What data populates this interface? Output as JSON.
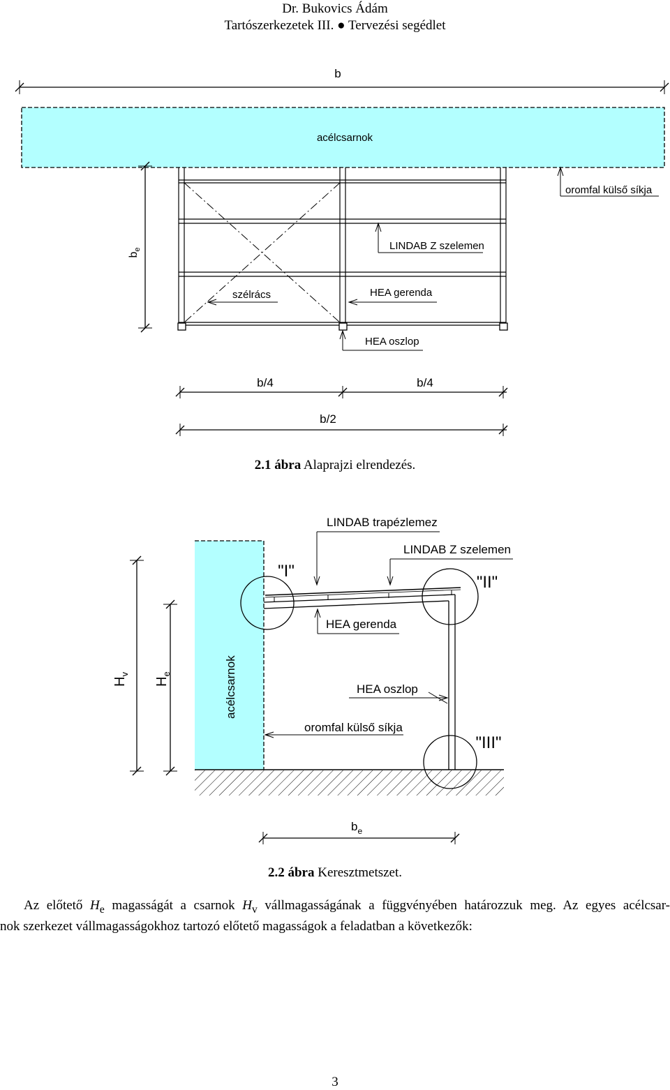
{
  "header": {
    "line1": "Dr. Bukovics Ádám",
    "line2": "Tartószerkezetek III. ● Tervezési segédlet"
  },
  "figure1": {
    "dim_b": "b",
    "hall_label": "acélcsarnok",
    "gable_plane": "oromfal külső síkja",
    "purlin": "LINDAB Z szelemen",
    "bracing": "szélrács",
    "beam": "HEA gerenda",
    "column": "HEA oszlop",
    "dim_b4_left": "b/4",
    "dim_b4_right": "b/4",
    "dim_b2": "b/2",
    "dim_be_main": "b",
    "dim_be_sub": "e",
    "caption_num": "2.1 ábra",
    "caption_text": " Alaprajzi elrendezés."
  },
  "figure2": {
    "trapezoid": "LINDAB trapézlemez",
    "purlin": "LINDAB Z szelemen",
    "detail1": "\"I\"",
    "detail2": "\"II\"",
    "detail3": "\"III\"",
    "beam": "HEA gerenda",
    "column": "HEA oszlop",
    "gable_plane": "oromfal külső síkja",
    "hall_label": "acélcsarnok",
    "hv_main": "H",
    "hv_sub": "v",
    "he_main": "H",
    "he_sub": "e",
    "be_main": "b",
    "be_sub": "e",
    "caption_num": "2.2 ábra",
    "caption_text": " Keresztmetszet."
  },
  "paragraph": {
    "p1": "Az előtető ",
    "he_main": "H",
    "he_sub": "e",
    "p2": " magasságát a csarnok ",
    "hv_main": "H",
    "hv_sub": "v",
    "p3": " vállmagasságának a függvényében határozzuk meg. Az egyes acélcsar-",
    "line2": "nok szerkezet vállmagasságokhoz tartozó előtető magasságok a feladatban a következők:"
  },
  "page_number": "3",
  "colors": {
    "hall_fill": "#b3ffff"
  }
}
